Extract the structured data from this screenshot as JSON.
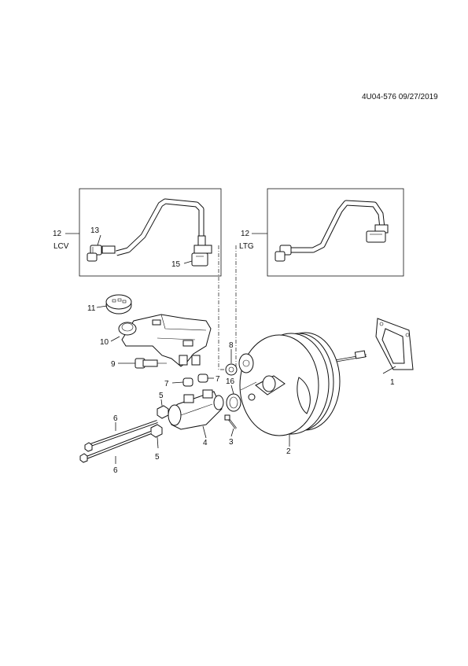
{
  "document_id": "4U04-576 09/27/2019",
  "callouts": {
    "c1": "1",
    "c2": "2",
    "c3": "3",
    "c4": "4",
    "c5a": "5",
    "c5b": "5",
    "c6a": "6",
    "c6b": "6",
    "c7a": "7",
    "c7b": "7",
    "c8": "8",
    "c9": "9",
    "c10": "10",
    "c11": "11",
    "c12a": "12",
    "c12b": "12",
    "c13": "13",
    "c15": "15",
    "c16": "16"
  },
  "variants": {
    "lcv": "LCV",
    "ltg": "LTG"
  }
}
